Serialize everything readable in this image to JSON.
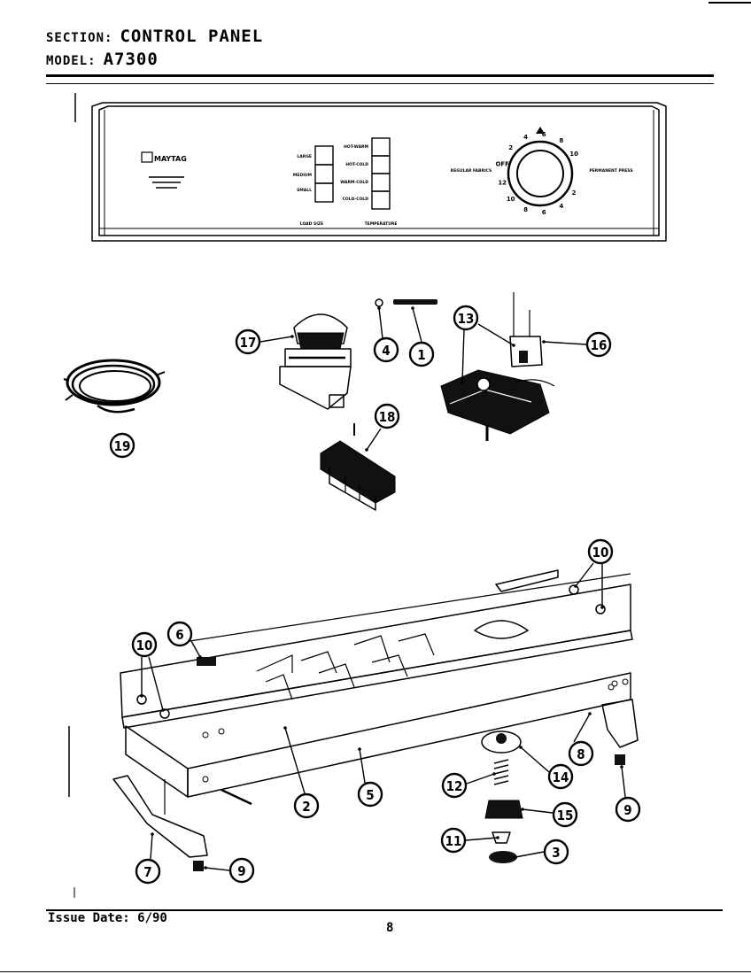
{
  "header": {
    "section_key": "SECTION:",
    "section_value": "CONTROL PANEL",
    "model_key": "MODEL:",
    "model_value": "A7300"
  },
  "panel": {
    "brand": "MAYTAG",
    "load_size_label": "LOAD SIZE",
    "temperature_label": "TEMPERATURE",
    "load_sizes": [
      "LARGE",
      "MEDIUM",
      "SMALL"
    ],
    "temperatures": [
      "HOT-WARM",
      "HOT-COLD",
      "WARM-COLD",
      "COLD-COLD"
    ],
    "dial_numbers": [
      "2",
      "4",
      "6",
      "8",
      "10",
      "12",
      "OFF",
      "2",
      "4",
      "6",
      "8",
      "10"
    ],
    "dial_left_label": "REGULAR FABRICS",
    "dial_right_label": "PERMANENT PRESS"
  },
  "callouts": [
    "1",
    "2",
    "3",
    "4",
    "5",
    "6",
    "7",
    "8",
    "9",
    "9",
    "10",
    "10",
    "11",
    "12",
    "13",
    "14",
    "15",
    "16",
    "17",
    "18",
    "19"
  ],
  "footer": {
    "issue_date": "Issue Date: 6/90",
    "page_number": "8"
  }
}
